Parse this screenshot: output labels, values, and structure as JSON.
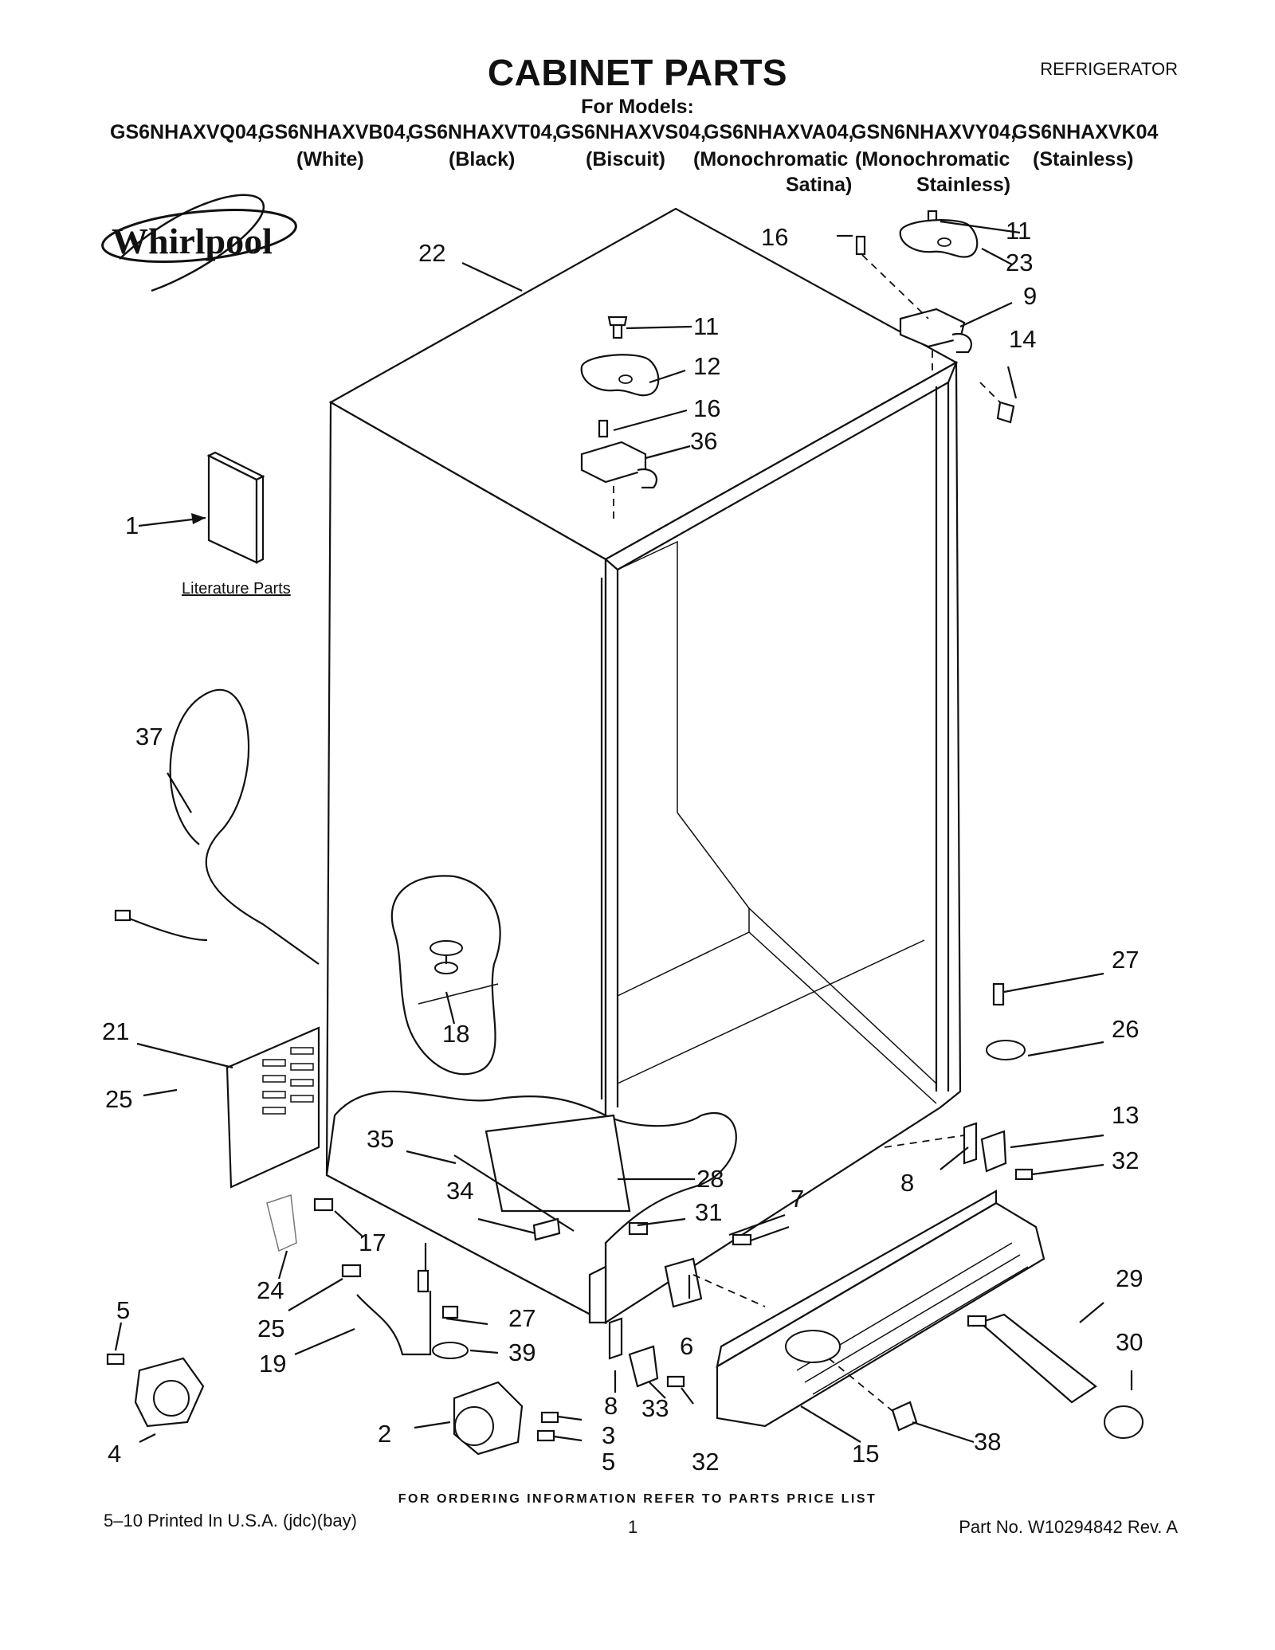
{
  "header": {
    "title": "CABINET PARTS",
    "category": "REFRIGERATOR",
    "for_models_label": "For Models:",
    "models": [
      "GS6NHAXVQ04,",
      "GS6NHAXVB04,",
      "GS6NHAXVT04,",
      "GS6NHAXVS04,",
      "GS6NHAXVA04,",
      "GSN6NHAXVY04,",
      "GS6NHAXVK04"
    ],
    "colors": [
      "(White)",
      "(Black)",
      "(Biscuit)",
      "(Monochromatic",
      "(Monochromatic",
      "(Stainless)"
    ],
    "colors_line2": [
      "Satina)",
      "Stainless)"
    ]
  },
  "brand": {
    "logo_text": "Whirlpool"
  },
  "literature": {
    "label": "Literature Parts"
  },
  "callouts": [
    "1",
    "2",
    "3",
    "4",
    "5",
    "5",
    "6",
    "7",
    "8",
    "8",
    "9",
    "11",
    "11",
    "12",
    "13",
    "14",
    "15",
    "16",
    "16",
    "17",
    "18",
    "19",
    "21",
    "22",
    "23",
    "24",
    "25",
    "25",
    "26",
    "27",
    "27",
    "28",
    "29",
    "30",
    "31",
    "32",
    "32",
    "33",
    "34",
    "35",
    "36",
    "37",
    "38",
    "39"
  ],
  "footer": {
    "ordering_note": "FOR ORDERING INFORMATION REFER TO PARTS PRICE LIST",
    "printed": "5–10 Printed In U.S.A. (jdc)(bay)",
    "page": "1",
    "part_no": "Part No. W10294842 Rev. A"
  }
}
